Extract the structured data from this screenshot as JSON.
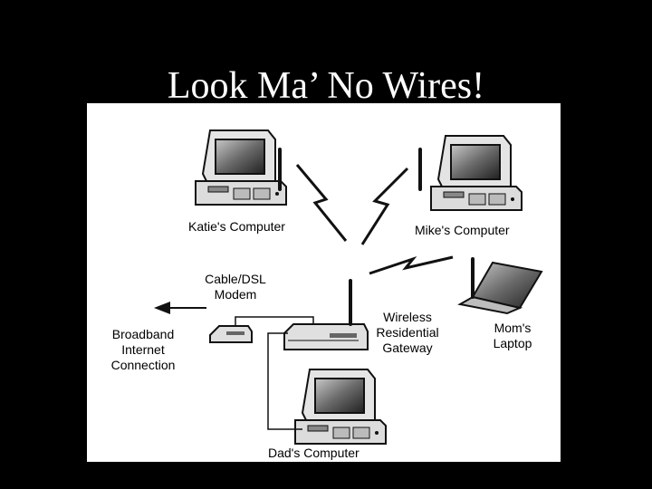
{
  "slide": {
    "title": "Look Ma’ No Wires!"
  },
  "diagram": {
    "nodes": {
      "katie": "Katie's Computer",
      "mike": "Mike's Computer",
      "modem": "Cable/DSL\nModem",
      "gateway": "Wireless\nResidential\nGateway",
      "internet": "Broadband\nInternet\nConnection",
      "mom": "Mom's\nLaptop",
      "dad": "Dad's Computer"
    }
  }
}
